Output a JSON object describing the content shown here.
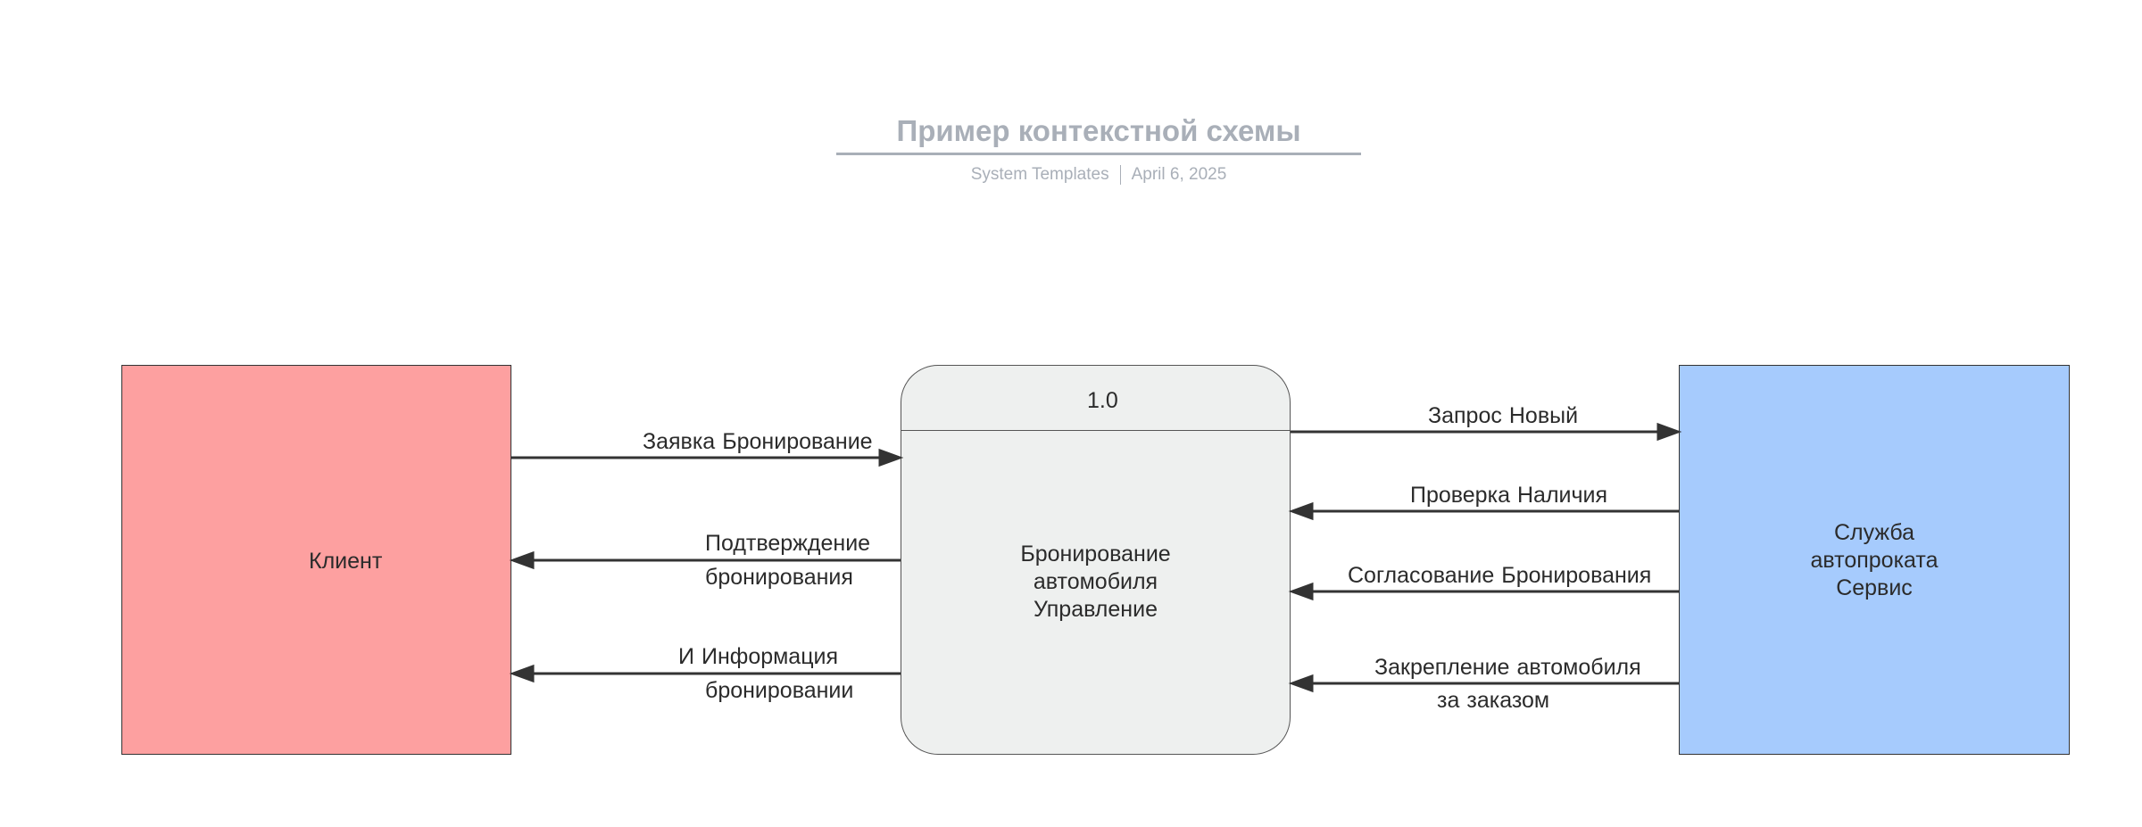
{
  "header": {
    "title": "Пример контекстной схемы",
    "author": "System Templates",
    "date": "April 6, 2025"
  },
  "entities": {
    "client": "Клиент",
    "process_number": "1.0",
    "process_labels": [
      "Бронирование",
      "автомобиля",
      "Управление"
    ],
    "rental_labels": [
      "Служба",
      "автопроката",
      "Сервис"
    ]
  },
  "flows": {
    "request": [
      "Заявка",
      "Бронирование"
    ],
    "confirmation": [
      "Подтверждение",
      "бронирования"
    ],
    "info": [
      "И",
      "Информация",
      "бронировании"
    ],
    "query": [
      "Запрос",
      "Новый"
    ],
    "check": [
      "Проверка",
      "Наличия"
    ],
    "approval": [
      "Согласование",
      "Бронирования"
    ],
    "assign": [
      "Закрепление",
      "автомобиля",
      "за",
      "заказом"
    ]
  },
  "colors": {
    "client": "#fda0a0",
    "process": "#eef0ef",
    "rental": "#a6cbfd",
    "title": "#a9afb8"
  }
}
